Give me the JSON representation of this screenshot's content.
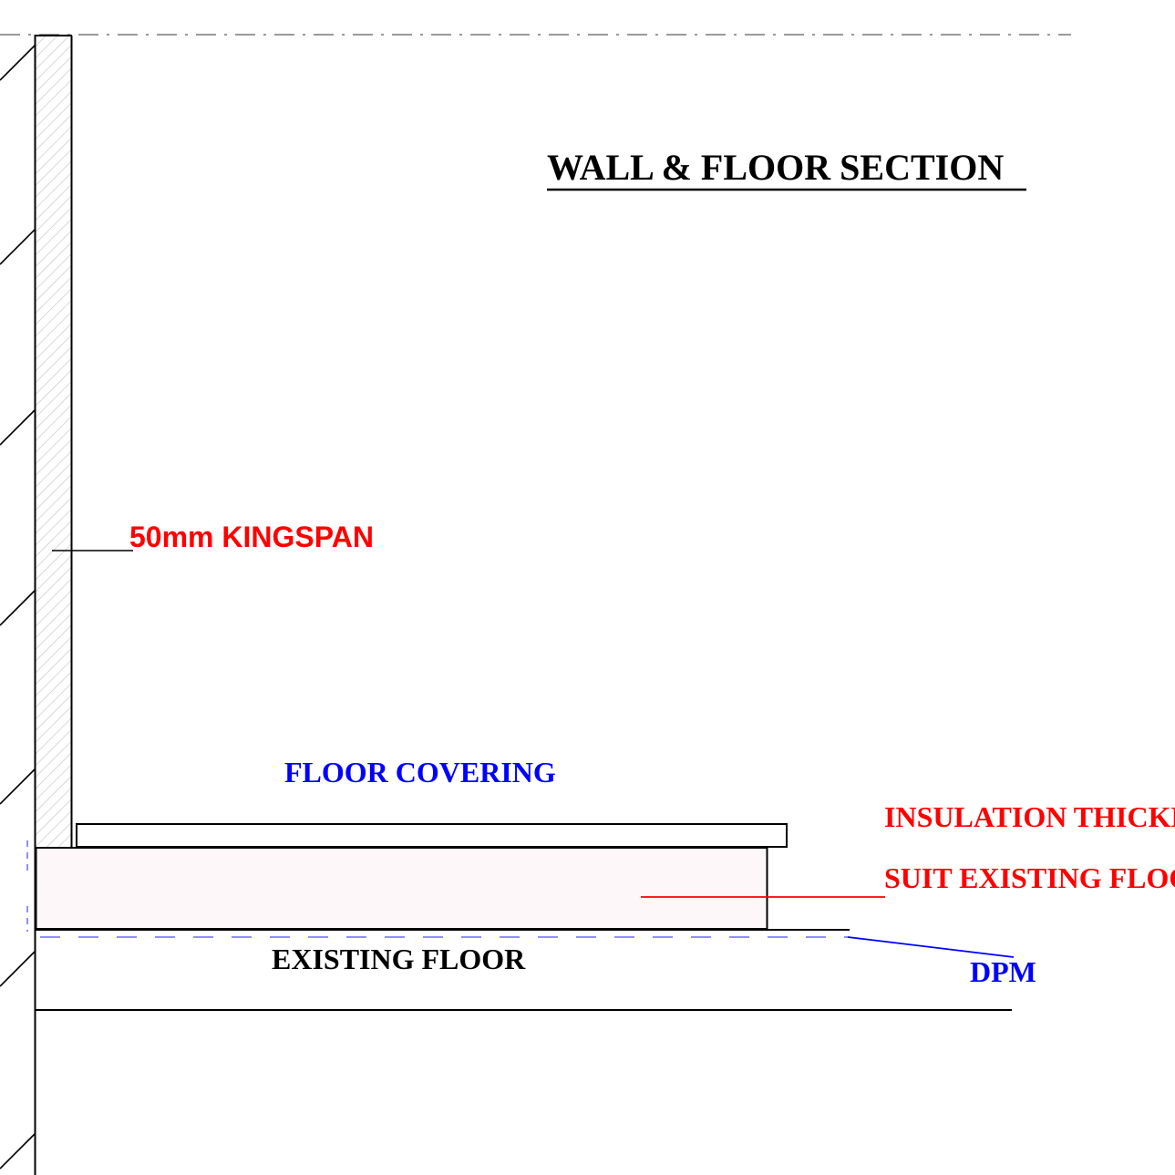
{
  "title": "WALL & FLOOR SECTION",
  "labels": {
    "kingspan": "50mm KINGSPAN",
    "floor_covering": "FLOOR COVERING",
    "insulation_line1": "INSULATION THICKNESS TO",
    "insulation_line2": "SUIT EXISTING FLOOR LEVEL",
    "existing_floor": "EXISTING FLOOR",
    "dpm": "DPM"
  },
  "colors": {
    "line": "#000000",
    "red_label": "#ff0000",
    "blue_label": "#0000ff",
    "dpm_dash": "#6a6aff",
    "grid_dash": "#9a9a9a",
    "hatch": "#c8c8c8",
    "insulation_fill": "#fdf7f9"
  }
}
